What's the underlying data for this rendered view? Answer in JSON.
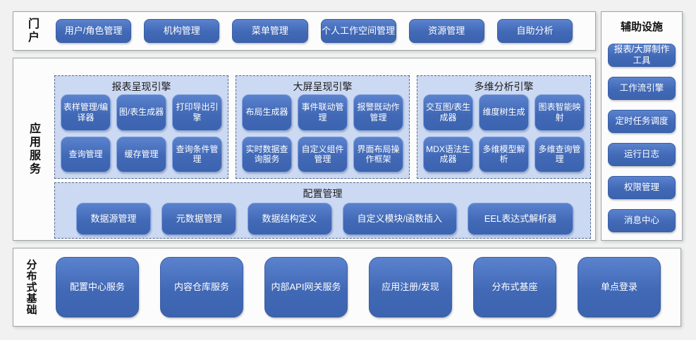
{
  "colors": {
    "button_blue": "#4472c4",
    "panel_light_blue": "#ccd9f3",
    "panel_dashed_border": "#55678a",
    "section_bg": "#fcfcfc",
    "section_border": "#a0a3a8",
    "page_bg": "#f0f1f0",
    "button_text": "#ffffff"
  },
  "portal": {
    "label": "门户",
    "items": [
      "用户/角色管理",
      "机构管理",
      "菜单管理",
      "个人工作空间管理",
      "资源管理",
      "自助分析"
    ]
  },
  "app": {
    "label": "应用服务",
    "engines": [
      {
        "title": "报表呈现引擎",
        "items": [
          "表样管理/编译器",
          "图/表生成器",
          "打印导出引擎",
          "查询管理",
          "缓存管理",
          "查询条件管理"
        ]
      },
      {
        "title": "大屏呈现引擎",
        "items": [
          "布局生成器",
          "事件联动管理",
          "报警既动作管理",
          "实时数据查询服务",
          "自定义组件管理",
          "界面布局操作框架"
        ]
      },
      {
        "title": "多维分析引擎",
        "items": [
          "交互图/表生成器",
          "维度树生成",
          "图表智能映射",
          "MDX语法生成器",
          "多维模型解析",
          "多维查询管理"
        ]
      }
    ],
    "config": {
      "title": "配置管理",
      "items": [
        "数据源管理",
        "元数据管理",
        "数据结构定义",
        "自定义模块/函数插入",
        "EEL表达式解析器"
      ]
    }
  },
  "distributed": {
    "label": "分布式基础",
    "items": [
      "配置中心服务",
      "内容仓库服务",
      "内部API网关服务",
      "应用注册/发现",
      "分布式基座",
      "单点登录"
    ]
  },
  "auxiliary": {
    "title": "辅助设施",
    "items": [
      "报表/大屏制作工具",
      "工作流引擎",
      "定时任务调度",
      "运行日志",
      "权限管理",
      "消息中心"
    ]
  }
}
